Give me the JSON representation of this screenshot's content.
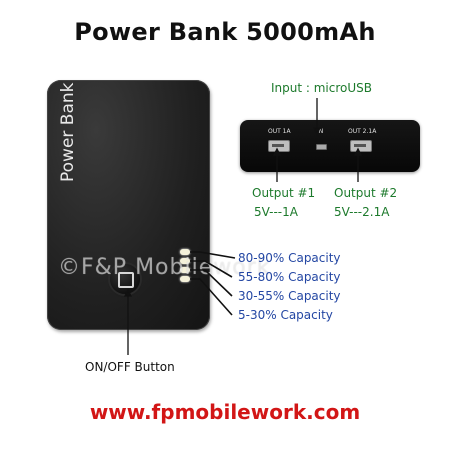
{
  "title": "Power Bank 5000mAh",
  "device": {
    "label": "Power Bank",
    "watermark": "©F&P Mobilework"
  },
  "ports": {
    "out1_label": "OUT 1A",
    "in_label": "IN",
    "out2_label": "OUT 2.1A"
  },
  "annotations": {
    "input": "Input : microUSB",
    "output1_name": "Output #1",
    "output1_spec": "5V---1A",
    "output2_name": "Output #2",
    "output2_spec": "5V---2.1A",
    "capacity": [
      "80-90% Capacity",
      "55-80% Capacity",
      "30-55% Capacity",
      "5-30% Capacity"
    ],
    "button": "ON/OFF Button"
  },
  "footer": {
    "url": "www.fpmobilework.com"
  },
  "colors": {
    "green_text": "#1d7a2c",
    "blue_text": "#2447a3",
    "url": "#d21616",
    "device_body": "#202020"
  }
}
